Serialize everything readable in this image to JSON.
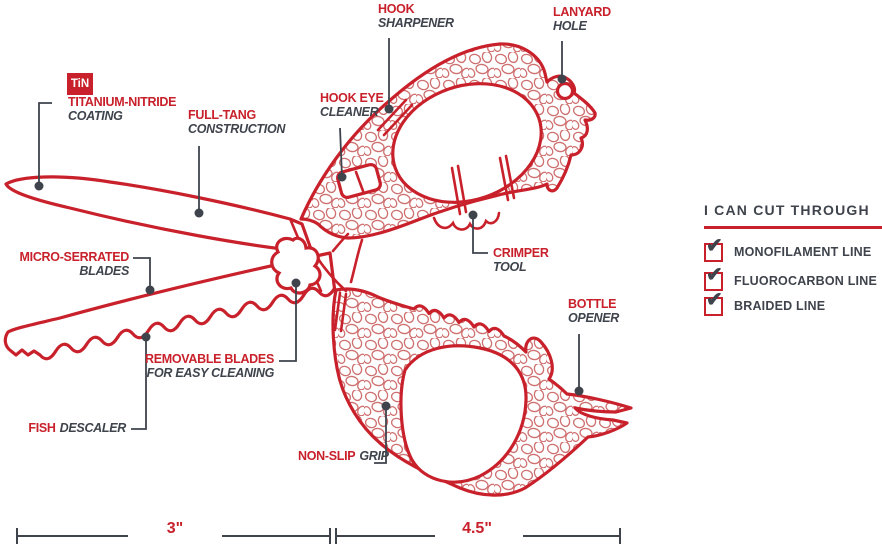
{
  "badge": "TiN",
  "callouts": {
    "titanium": {
      "title": "TITANIUM-NITRIDE",
      "sub": "COATING"
    },
    "full_tang": {
      "title": "FULL-TANG",
      "sub": "CONSTRUCTION"
    },
    "hook": {
      "title": "HOOK",
      "sub": "SHARPENER"
    },
    "lanyard": {
      "title": "LANYARD",
      "sub": "HOLE"
    },
    "hook_eye": {
      "title": "HOOK EYE",
      "sub": "CLEANER"
    },
    "crimper": {
      "title": "CRIMPER",
      "sub": "TOOL"
    },
    "micro_serrated": {
      "title": "MICRO-SERRATED",
      "sub": "BLADES"
    },
    "removable": {
      "title": "REMOVABLE BLADES",
      "sub": "FOR EASY CLEANING"
    },
    "fish": {
      "title": "FISH",
      "sub": "DESCALER"
    },
    "non_slip": {
      "title": "NON-SLIP",
      "sub": "GRIP"
    },
    "bottle": {
      "title": "BOTTLE",
      "sub": "OPENER"
    }
  },
  "checklist": {
    "heading": "I CAN CUT THROUGH",
    "items": [
      {
        "label": "MONOFILAMENT LINE",
        "checked": true
      },
      {
        "label": "FLUOROCARBON LINE",
        "checked": true
      },
      {
        "label": "BRAIDED LINE",
        "checked": true
      }
    ]
  },
  "dimensions": {
    "blade_length": "3\"",
    "handle_length": "4.5\""
  },
  "icons": {
    "checkmark": "✔"
  },
  "colors": {
    "red": "#c9212b",
    "pebble": "#cf7070",
    "dark": "#3e434c"
  }
}
